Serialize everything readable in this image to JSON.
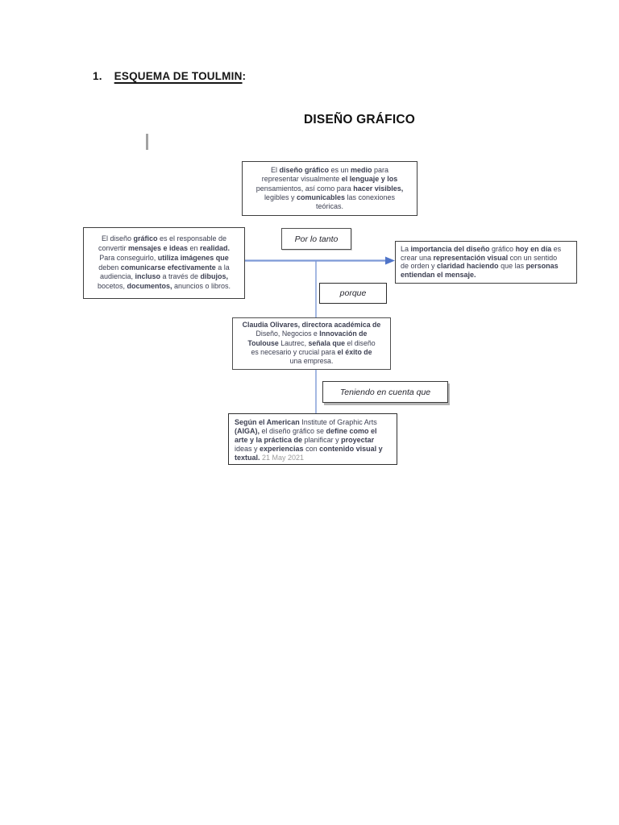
{
  "heading": {
    "number": "1.",
    "title": "ESQUEMA DE TOULMIN",
    "colon": ":"
  },
  "diagram": {
    "title": "DISEÑO GRÁFICO",
    "labels": {
      "por_lo_tanto": "Por lo tanto",
      "porque": "porque",
      "teniendo_en_cuenta_que": "Teniendo en cuenta que"
    },
    "boxes": {
      "claim": {
        "segments": [
          {
            "t": "El ",
            "b": 0
          },
          {
            "t": "diseño gráfico",
            "b": 1
          },
          {
            "t": " es un ",
            "b": 0
          },
          {
            "t": "medio",
            "b": 1
          },
          {
            "t": " para",
            "b": 0
          },
          {
            "br": 1
          },
          {
            "t": "representar visualmente ",
            "b": 0
          },
          {
            "t": "el lenguaje y los",
            "b": 1
          },
          {
            "br": 1
          },
          {
            "t": "pensamientos, así como para ",
            "b": 0
          },
          {
            "t": "hacer visibles,",
            "b": 1
          },
          {
            "br": 1
          },
          {
            "t": "legibles y ",
            "b": 0
          },
          {
            "t": "comunicables",
            "b": 1
          },
          {
            "t": " las conexiones",
            "b": 0
          },
          {
            "br": 1
          },
          {
            "t": "teóricas.",
            "b": 0
          }
        ]
      },
      "grounds": {
        "segments": [
          {
            "t": "El diseño ",
            "b": 0
          },
          {
            "t": "gráfico",
            "b": 1
          },
          {
            "t": " es el responsable de",
            "b": 0
          },
          {
            "br": 1
          },
          {
            "t": "convertir ",
            "b": 0
          },
          {
            "t": "mensajes e ideas",
            "b": 1
          },
          {
            "t": " en ",
            "b": 0
          },
          {
            "t": "realidad.",
            "b": 1
          },
          {
            "br": 1
          },
          {
            "t": "Para conseguirlo, ",
            "b": 0
          },
          {
            "t": "utiliza imágenes que",
            "b": 1
          },
          {
            "br": 1
          },
          {
            "t": "deben ",
            "b": 0
          },
          {
            "t": "comunicarse efectivamente",
            "b": 1
          },
          {
            "t": " a la",
            "b": 0
          },
          {
            "br": 1
          },
          {
            "t": "audiencia, ",
            "b": 0
          },
          {
            "t": "incluso",
            "b": 1
          },
          {
            "t": " a través de ",
            "b": 0
          },
          {
            "t": "dibujos,",
            "b": 1
          },
          {
            "br": 1
          },
          {
            "t": "bocetos, ",
            "b": 0
          },
          {
            "t": "documentos,",
            "b": 1
          },
          {
            "t": " anuncios o libros.",
            "b": 0
          }
        ]
      },
      "conclusion": {
        "segments": [
          {
            "t": "La ",
            "b": 0
          },
          {
            "t": "importancia del diseño",
            "b": 1
          },
          {
            "t": " gráfico ",
            "b": 0
          },
          {
            "t": "hoy en día",
            "b": 1
          },
          {
            "t": " es",
            "b": 0
          },
          {
            "br": 1
          },
          {
            "t": "crear una ",
            "b": 0
          },
          {
            "t": "representación visual",
            "b": 1
          },
          {
            "t": " con un sentido",
            "b": 0
          },
          {
            "br": 1
          },
          {
            "t": "de orden y ",
            "b": 0
          },
          {
            "t": "claridad haciendo",
            "b": 1
          },
          {
            "t": " que las ",
            "b": 0
          },
          {
            "t": "personas",
            "b": 1
          },
          {
            "br": 1
          },
          {
            "t": "entiendan el mensaje.",
            "b": 1
          }
        ]
      },
      "warrant": {
        "segments": [
          {
            "t": "Claudia Olivares,",
            "b": 1
          },
          {
            "t": " ",
            "b": 0
          },
          {
            "t": "directora académica de",
            "b": 1
          },
          {
            "br": 1
          },
          {
            "t": "Diseño, Negocios e ",
            "b": 0
          },
          {
            "t": "Innovación de",
            "b": 1
          },
          {
            "br": 1
          },
          {
            "t": "Toulouse",
            "b": 1
          },
          {
            "t": " Lautrec, ",
            "b": 0
          },
          {
            "t": "señala que",
            "b": 1
          },
          {
            "t": " el diseño",
            "b": 0
          },
          {
            "br": 1
          },
          {
            "t": "es necesario y crucial para ",
            "b": 0
          },
          {
            "t": "el éxito de",
            "b": 1
          },
          {
            "br": 1
          },
          {
            "t": "una empresa.",
            "b": 0
          }
        ]
      },
      "backing": {
        "segments": [
          {
            "t": "Según el American",
            "b": 1
          },
          {
            "t": " Institute of Graphic Arts",
            "b": 0
          },
          {
            "br": 1
          },
          {
            "t": "(AIGA),",
            "b": 1
          },
          {
            "t": " el diseño gráfico se ",
            "b": 0
          },
          {
            "t": "define como el",
            "b": 1
          },
          {
            "br": 1
          },
          {
            "t": "arte y la práctica de",
            "b": 1
          },
          {
            "t": " planificar y ",
            "b": 0
          },
          {
            "t": "proyectar",
            "b": 1
          },
          {
            "br": 1
          },
          {
            "t": "ideas y ",
            "b": 0
          },
          {
            "t": "experiencias",
            "b": 1
          },
          {
            "t": " con ",
            "b": 0
          },
          {
            "t": "contenido visual y",
            "b": 1
          },
          {
            "br": 1
          },
          {
            "t": "textual.",
            "b": 1
          },
          {
            "t": " ",
            "b": 0
          },
          {
            "t": "21 May 2021",
            "b": 0,
            "c": "#9b9b9b"
          }
        ]
      }
    }
  },
  "colors": {
    "connector": "#7d99d6",
    "arrowhead": "#4f74c8",
    "text": "#3d4052",
    "muted_date": "#9b9b9b",
    "box_border": "#3e3e3e"
  }
}
